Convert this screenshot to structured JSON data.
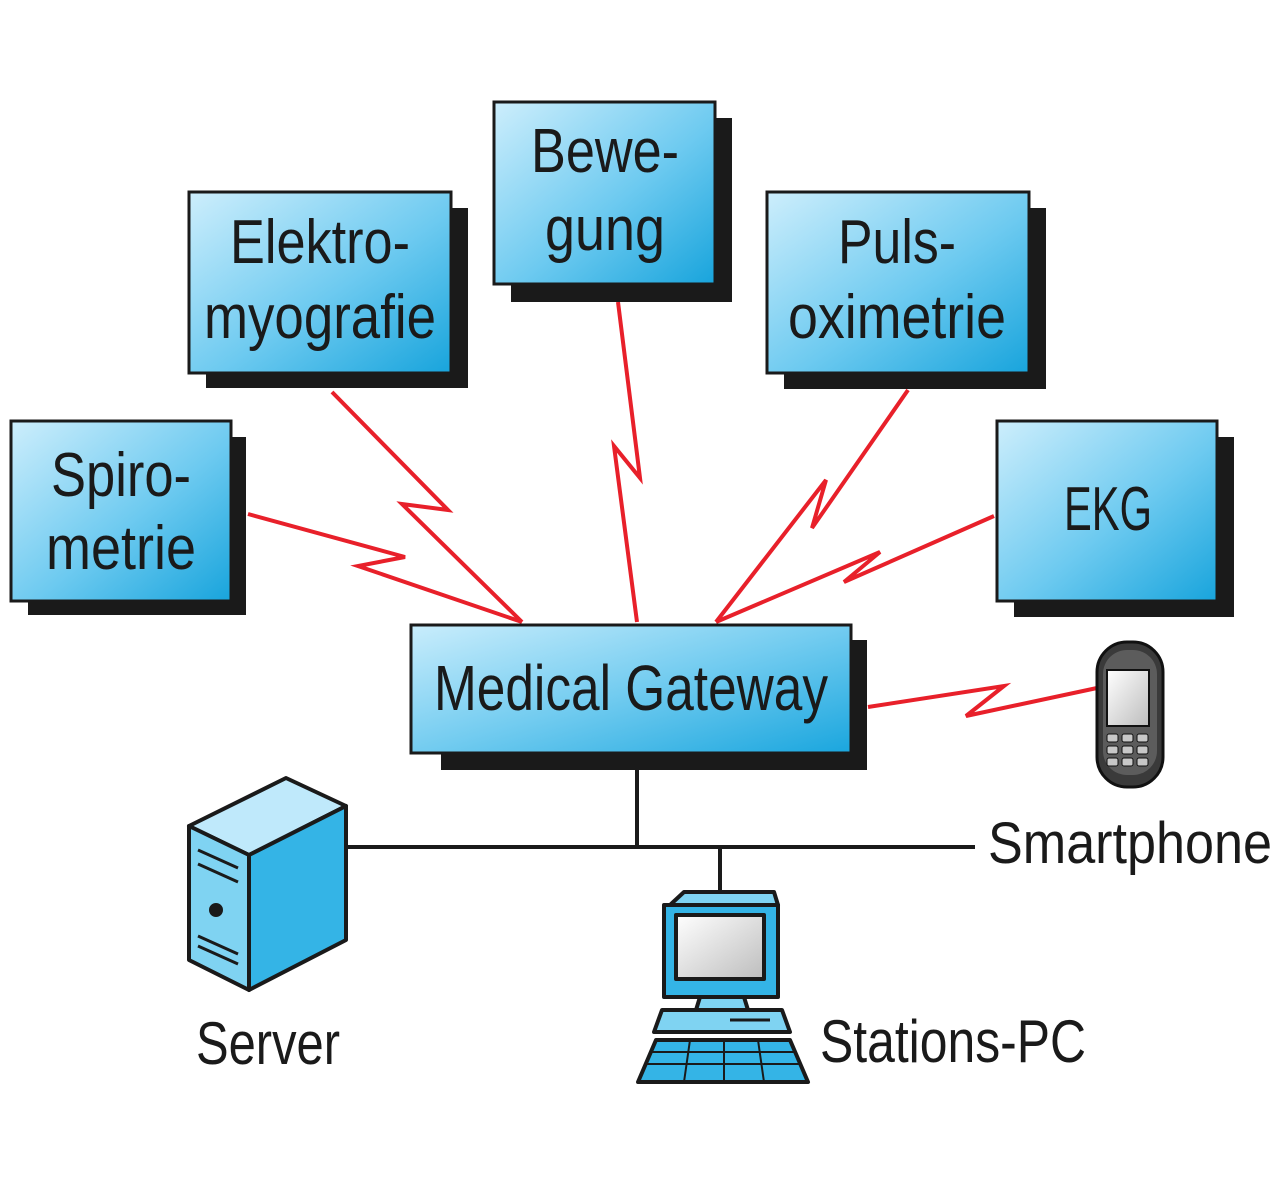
{
  "sensors": {
    "spirometrie": [
      "Spiro-",
      "metrie"
    ],
    "elektromyografie": [
      "Elektro-",
      "myografie"
    ],
    "bewegung": [
      "Bewe-",
      "gung"
    ],
    "pulsoximetrie": [
      "Puls-",
      "oximetrie"
    ],
    "ekg": [
      "EKG"
    ]
  },
  "gateway": {
    "label": "Medical Gateway"
  },
  "devices": {
    "smartphone": "Smartphone",
    "server": "Server",
    "stations_pc": "Stations-PC"
  },
  "colors": {
    "box_light": "#bfe9fb",
    "box_dark": "#1aa8df",
    "box_border": "#1a1a1a",
    "shadow": "#1a1a1a",
    "wireless": "#e8202a",
    "wire": "#1a1a1a",
    "device_face": "#7fd3f2",
    "device_side": "#34b4e6"
  }
}
